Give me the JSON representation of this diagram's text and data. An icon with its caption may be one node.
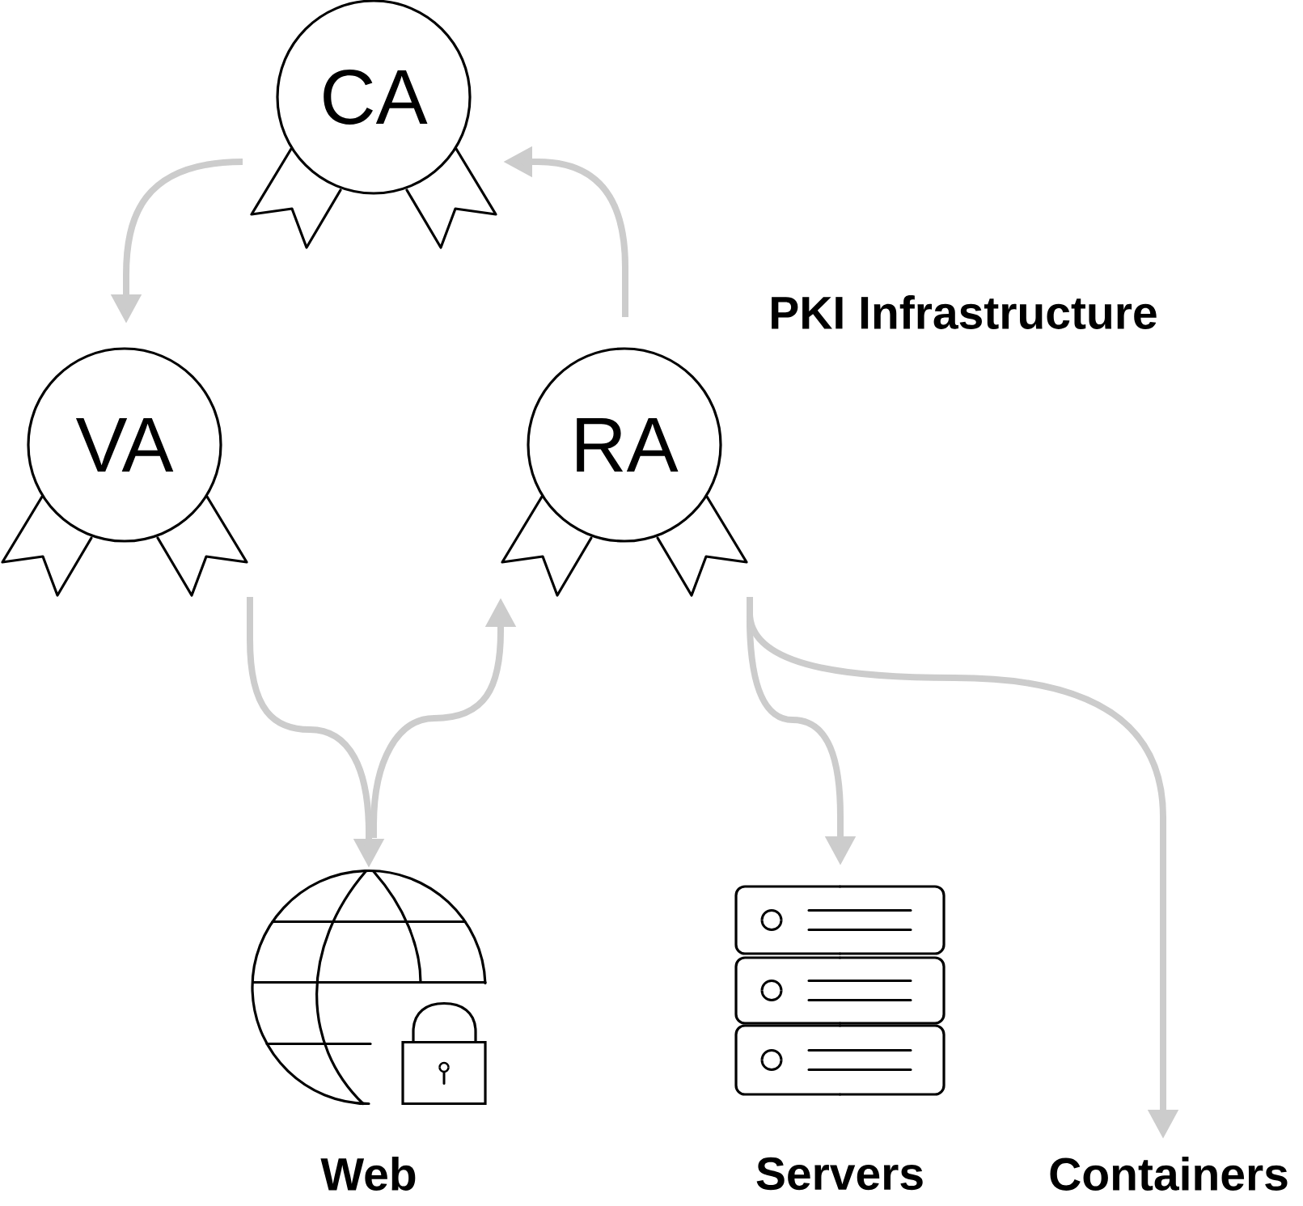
{
  "diagram": {
    "nodes": [
      {
        "text": [
          "CA"
        ]
      },
      {
        "text": [
          "VA"
        ]
      },
      {
        "text": [
          "RA"
        ]
      },
      {
        "text": [
          "Web"
        ]
      },
      {
        "text": [
          "Servers"
        ]
      },
      {
        "text": [
          "Containers"
        ]
      }
    ],
    "edges": [
      {
        "from": 0,
        "to": 1,
        "arrow": "to"
      },
      {
        "from": 2,
        "to": 0,
        "arrow": "to"
      },
      {
        "from": 1,
        "to": 3,
        "arrow": "to"
      },
      {
        "from": 3,
        "to": 2,
        "arrow": "to"
      },
      {
        "from": 2,
        "to": 4,
        "arrow": "to"
      },
      {
        "from": 2,
        "to": 5,
        "arrow": "to"
      }
    ],
    "labels": [
      "PKI Infrastructure"
    ]
  }
}
